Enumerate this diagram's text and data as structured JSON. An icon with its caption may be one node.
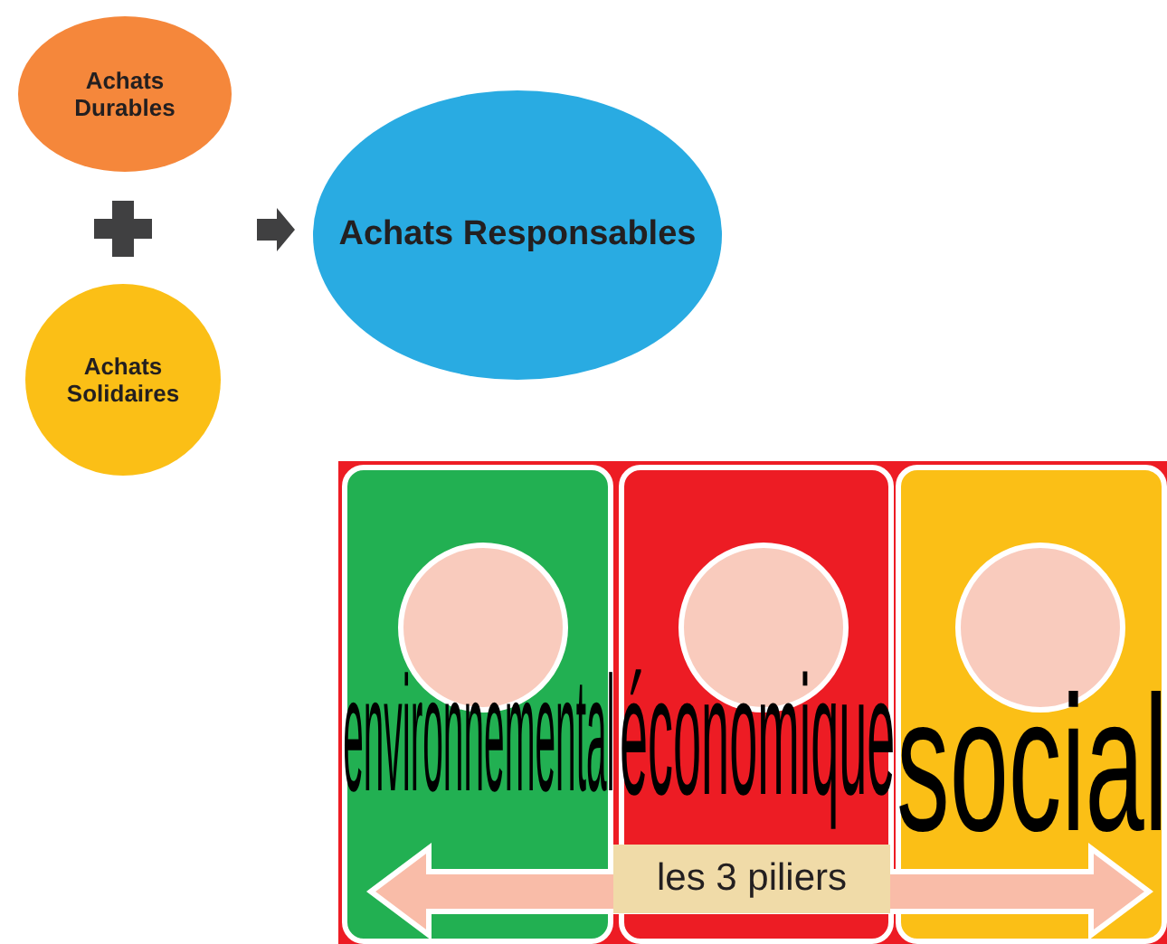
{
  "diagram": {
    "nodes": [
      {
        "text": [
          "Achats Durables"
        ]
      },
      {
        "text": [
          "Achats Solidaires"
        ]
      },
      {
        "text": [
          "Achats Responsables"
        ]
      },
      {
        "text": [
          "environnemental"
        ]
      },
      {
        "text": [],
        "shape": "circle",
        "in": 3
      },
      {
        "text": [
          "économique"
        ]
      },
      {
        "text": [],
        "shape": "circle",
        "in": 5
      },
      {
        "text": [
          "social"
        ]
      },
      {
        "text": [],
        "shape": "circle",
        "in": 7
      }
    ],
    "edges": [
      {
        "from": null,
        "to": 2,
        "arrow": "to"
      }
    ],
    "labels": [
      "les 3 piliers"
    ]
  }
}
